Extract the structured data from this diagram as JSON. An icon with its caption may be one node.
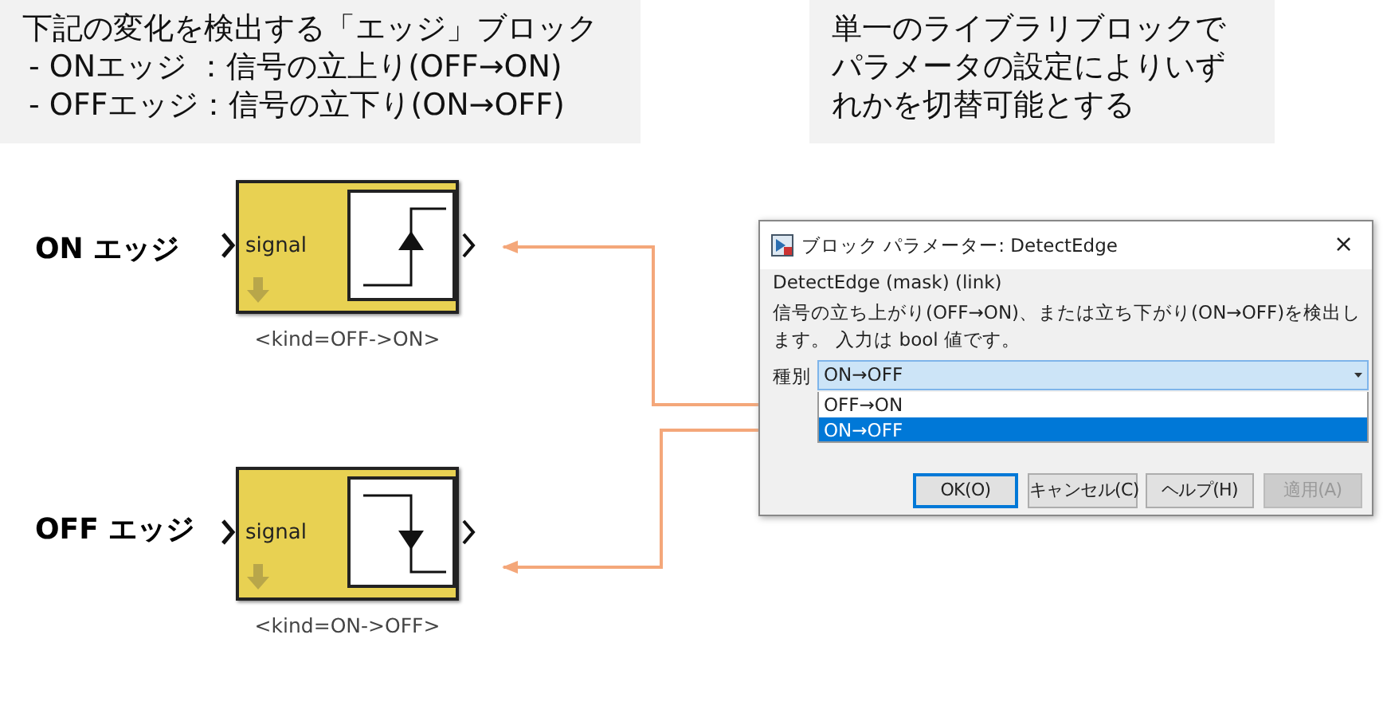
{
  "diagram": {
    "nodes": [
      {
        "text": [
          "下記の変化を検出する「エッジ」ブロック",
          "- ONエッジ ：信号の立上り(OFF→ON)",
          "- OFFエッジ：信号の立下り(ON→OFF)"
        ]
      },
      {
        "text": [
          "単一のライブラリブロックでパラメータの設定によりいずれかを切替可能とする"
        ]
      },
      {
        "text": [
          "signal"
        ],
        "beside": [
          "<kind=OFF->ON>"
        ]
      },
      {
        "text": [
          "signal"
        ],
        "beside": [
          "<kind=ON->OFF>"
        ]
      },
      {
        "text": [
          "ブロック パラメーター: DetectEdge",
          "×",
          "DetectEdge (mask) (link)",
          "信号の立ち上がり(OFF→ON)、または立ち下がり(ON→OFF)を検出します。 入力は bool 値です。",
          "種別"
        ]
      },
      {
        "text": [
          "ON→OFF"
        ],
        "in": 4
      },
      {
        "text": [
          "OFF→ON"
        ],
        "in": 4
      },
      {
        "text": [
          "ON→OFF"
        ],
        "in": 4
      },
      {
        "text": [
          "OK(O)"
        ],
        "in": 4
      },
      {
        "text": [
          "キャンセル(C)"
        ],
        "in": 4
      },
      {
        "text": [
          "ヘルプ(H)"
        ],
        "in": 4
      },
      {
        "text": [
          "適用(A)"
        ],
        "in": 4
      }
    ],
    "edges": [
      {
        "from": 6,
        "to": 2,
        "arrow": "to"
      },
      {
        "from": 7,
        "to": 3,
        "arrow": "to"
      }
    ],
    "labels": [
      "ON エッジ",
      "OFF エッジ"
    ]
  }
}
